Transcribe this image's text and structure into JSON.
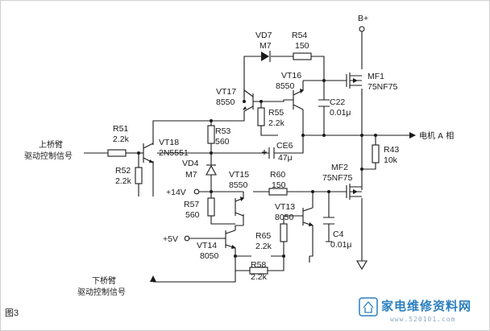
{
  "figure": {
    "caption": "图3",
    "watermark": {
      "brand": "家电维修资料网",
      "url": "www.520101.com",
      "color": "#2a7fbf"
    }
  },
  "labels": {
    "b_plus": "B+",
    "vd7_name": "VD7",
    "vd7_part": "M7",
    "r54_name": "R54",
    "r54_val": "150",
    "mf1_name": "MF1",
    "mf1_part": "75NF75",
    "vt16_name": "VT16",
    "vt16_part": "8550",
    "vt17_name": "VT17",
    "vt17_part": "8550",
    "r55_name": "R55",
    "r55_val": "2.2k",
    "c22_name": "C22",
    "c22_val": "0.01μ",
    "r51_name": "R51",
    "r51_val": "2.2k",
    "vt18_name": "VT18",
    "vt18_part": "2N5551",
    "r53_name": "R53",
    "r53_val": "560",
    "ce6_name": "CE6",
    "ce6_val": "47μ",
    "output": "电机 A 相",
    "r43_name": "R43",
    "r43_val": "10k",
    "upper_input_line1": "上桥臂",
    "upper_input_line2": "驱动控制信号",
    "r52_name": "R52",
    "r52_val": "2.2k",
    "vd4_name": "VD4",
    "vd4_part": "M7",
    "vt15_name": "VT15",
    "vt15_part": "8550",
    "r60_name": "R60",
    "r60_val": "150",
    "mf2_name": "MF2",
    "mf2_part": "75NF75",
    "plus14v": "+14V",
    "r57_name": "R57",
    "r57_val": "560",
    "vt13_name": "VT13",
    "vt13_part": "8050",
    "plus5v": "+5V",
    "r65_name": "R65",
    "r65_val": "2.2k",
    "c4_name": "C4",
    "c4_val": "0.01μ",
    "vt14_name": "VT14",
    "vt14_part": "8050",
    "r58_name": "R58",
    "r58_val": "2.2k",
    "lower_input_line1": "下桥臂",
    "lower_input_line2": "驱动控制信号"
  }
}
